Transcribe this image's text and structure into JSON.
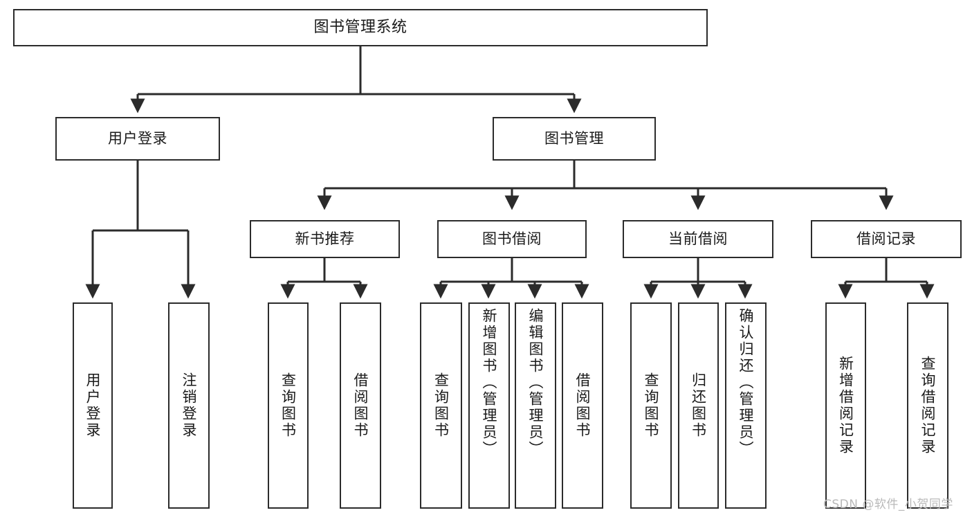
{
  "diagram": {
    "title": "图书管理系统",
    "type": "tree",
    "watermark": "CSDN @软件_小贺同学",
    "colors": {
      "stroke": "#2b2b2b",
      "fill": "#ffffff",
      "text": "#1a1a1a",
      "watermark": "#b9b9b9"
    },
    "nodes": {
      "root": {
        "label": "图书管理系统"
      },
      "level2": [
        {
          "label": "用户登录"
        },
        {
          "label": "图书管理"
        }
      ],
      "level3": [
        {
          "label": "新书推荐"
        },
        {
          "label": "图书借阅"
        },
        {
          "label": "当前借阅"
        },
        {
          "label": "借阅记录"
        }
      ],
      "leaves": {
        "user_login": [
          {
            "label": "用户登录"
          },
          {
            "label": "注销登录"
          }
        ],
        "new_book_recommend": [
          {
            "label": "查询图书"
          },
          {
            "label": "借阅图书"
          }
        ],
        "book_borrow": [
          {
            "label": "查询图书"
          },
          {
            "label": "新增图书（管理员）"
          },
          {
            "label": "编辑图书（管理员）"
          },
          {
            "label": "借阅图书"
          }
        ],
        "current_borrow": [
          {
            "label": "查询图书"
          },
          {
            "label": "归还图书"
          },
          {
            "label": "确认归还（管理员）"
          }
        ],
        "borrow_record": [
          {
            "label": "新增借阅记录"
          },
          {
            "label": "查询借阅记录"
          }
        ]
      }
    }
  }
}
